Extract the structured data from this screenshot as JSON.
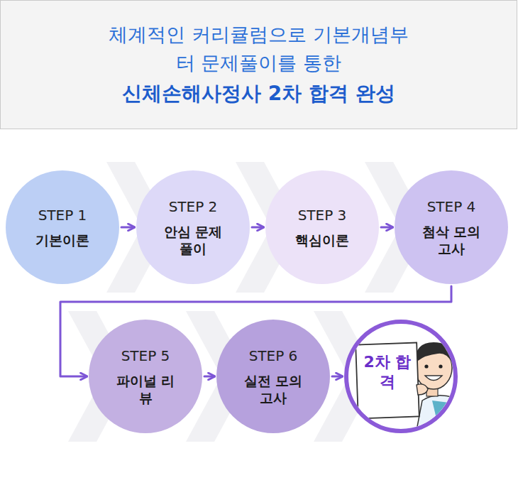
{
  "diagram": {
    "nodes": [
      {
        "text": [
          "체계적인 커리큘럼으로 기본개념부터 문제풀이를 통한",
          "신체손해사정사 2차 합격 완성"
        ]
      },
      {
        "text": [
          "STEP 1",
          "기본이론"
        ]
      },
      {
        "text": [
          "STEP 2",
          "안심 문제풀이"
        ]
      },
      {
        "text": [
          "STEP 3",
          "핵심이론"
        ]
      },
      {
        "text": [
          "STEP 4",
          "첨삭 모의고사"
        ]
      },
      {
        "text": [
          "STEP 5",
          "파이널 리뷰"
        ]
      },
      {
        "text": [
          "STEP 6",
          "실전 모의고사"
        ]
      },
      {
        "text": [
          "2차 합격"
        ]
      }
    ],
    "edges": [
      {
        "from": 1,
        "to": 2,
        "arrow": "to"
      },
      {
        "from": 2,
        "to": 3,
        "arrow": "to"
      },
      {
        "from": 3,
        "to": 4,
        "arrow": "to"
      },
      {
        "from": 4,
        "to": 5,
        "arrow": "to"
      },
      {
        "from": 5,
        "to": 6,
        "arrow": "to"
      },
      {
        "from": 6,
        "to": 7,
        "arrow": "to"
      }
    ]
  }
}
